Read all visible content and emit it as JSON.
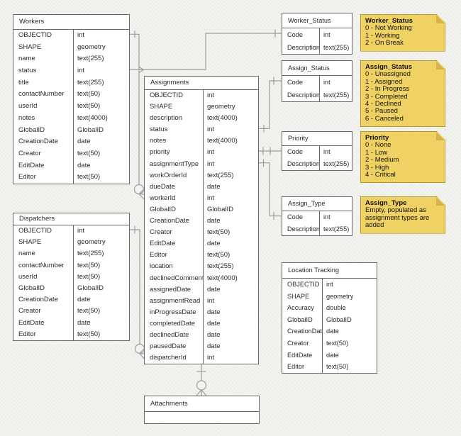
{
  "canvas": {
    "colors": {
      "page_bg": "#f4f4f1",
      "line": "#9d9d9d",
      "entity_border": "#686868",
      "entity_bg": "#ffffff",
      "text": "#2b2b2b",
      "note_fill": "#f0d264",
      "note_border": "#b59b38",
      "note_fold": "#d8b14a",
      "note_text": "#111111"
    }
  },
  "tables": {
    "workers": {
      "title": "Workers",
      "fields": [
        {
          "name": "OBJECTID",
          "type": "int"
        },
        {
          "name": "SHAPE",
          "type": "geometry"
        },
        {
          "name": "name",
          "type": "text(255)"
        },
        {
          "name": "status",
          "type": "int"
        },
        {
          "name": "title",
          "type": "text(255)"
        },
        {
          "name": "contactNumber",
          "type": "text(50)"
        },
        {
          "name": "userId",
          "type": "text(50)"
        },
        {
          "name": "notes",
          "type": "text(4000)"
        },
        {
          "name": "GlobalID",
          "type": "GlobalID"
        },
        {
          "name": "CreationDate",
          "type": "date"
        },
        {
          "name": "Creator",
          "type": "text(50)"
        },
        {
          "name": "EditDate",
          "type": "date"
        },
        {
          "name": "Editor",
          "type": "text(50)"
        }
      ]
    },
    "dispatchers": {
      "title": "Dispatchers",
      "fields": [
        {
          "name": "OBJECTID",
          "type": "int"
        },
        {
          "name": "SHAPE",
          "type": "geometry"
        },
        {
          "name": "name",
          "type": "text(255)"
        },
        {
          "name": "contactNumber",
          "type": "text(50)"
        },
        {
          "name": "userId",
          "type": "text(50)"
        },
        {
          "name": "GlobalID",
          "type": "GlobalID"
        },
        {
          "name": "CreationDate",
          "type": "date"
        },
        {
          "name": "Creator",
          "type": "text(50)"
        },
        {
          "name": "EditDate",
          "type": "date"
        },
        {
          "name": "Editor",
          "type": "text(50)"
        }
      ]
    },
    "assignments": {
      "title": "Assignments",
      "fields": [
        {
          "name": "OBJECTID",
          "type": "int"
        },
        {
          "name": "SHAPE",
          "type": "geometry"
        },
        {
          "name": "description",
          "type": "text(4000)"
        },
        {
          "name": "status",
          "type": "int"
        },
        {
          "name": "notes",
          "type": "text(4000)"
        },
        {
          "name": "priority",
          "type": "int"
        },
        {
          "name": "assignmentType",
          "type": "int"
        },
        {
          "name": "workOrderId",
          "type": "text(255)"
        },
        {
          "name": "dueDate",
          "type": "date"
        },
        {
          "name": "workerId",
          "type": "int"
        },
        {
          "name": "GlobalID",
          "type": "GlobalID"
        },
        {
          "name": "CreationDate",
          "type": "date"
        },
        {
          "name": "Creator",
          "type": "text(50)"
        },
        {
          "name": "EditDate",
          "type": "date"
        },
        {
          "name": "Editor",
          "type": "text(50)"
        },
        {
          "name": "location",
          "type": "text(255)"
        },
        {
          "name": "declinedComment",
          "type": "text(4000)"
        },
        {
          "name": "assignedDate",
          "type": "date"
        },
        {
          "name": "assignmentRead",
          "type": "int"
        },
        {
          "name": "inProgressDate",
          "type": "date"
        },
        {
          "name": "completedDate",
          "type": "date"
        },
        {
          "name": "declinedDate",
          "type": "date"
        },
        {
          "name": "pausedDate",
          "type": "date"
        },
        {
          "name": "dispatcherId",
          "type": "int"
        }
      ]
    },
    "worker_status": {
      "title": "Worker_Status",
      "fields": [
        {
          "name": "Code",
          "type": "int"
        },
        {
          "name": "Description",
          "type": "text(255)"
        }
      ]
    },
    "assign_status": {
      "title": "Assign_Status",
      "fields": [
        {
          "name": "Code",
          "type": "int"
        },
        {
          "name": "Description",
          "type": "text(255)"
        }
      ]
    },
    "priority": {
      "title": "Priority",
      "fields": [
        {
          "name": "Code",
          "type": "int"
        },
        {
          "name": "Description",
          "type": "text(255)"
        }
      ]
    },
    "assign_type": {
      "title": "Assign_Type",
      "fields": [
        {
          "name": "Code",
          "type": "int"
        },
        {
          "name": "Description",
          "type": "text(255)"
        }
      ]
    },
    "location_tracking": {
      "title": "Location Tracking",
      "fields": [
        {
          "name": "OBJECTID",
          "type": "int"
        },
        {
          "name": "SHAPE",
          "type": "geometry"
        },
        {
          "name": "Accuracy",
          "type": "double"
        },
        {
          "name": "GlobalID",
          "type": "GlobalID"
        },
        {
          "name": "CreationDate",
          "type": "date"
        },
        {
          "name": "Creator",
          "type": "text(50)"
        },
        {
          "name": "EditDate",
          "type": "date"
        },
        {
          "name": "Editor",
          "type": "text(50)"
        }
      ]
    },
    "attachments": {
      "title": "Attachments",
      "fields": []
    }
  },
  "notes": {
    "worker_status": {
      "title": "Worker_Status",
      "lines": [
        "0 - Not Working",
        "1 - Working",
        "2 - On Break"
      ]
    },
    "assign_status": {
      "title": "Assign_Status",
      "lines": [
        "0 - Unassigned",
        "1 - Assigned",
        "2 - In Progress",
        "3 - Completed",
        "4 - Declined",
        "5 - Paused",
        "6 - Canceled"
      ]
    },
    "priority": {
      "title": "Priority",
      "lines": [
        "0 - None",
        "1 - Low",
        "2 - Medium",
        "3 - High",
        "4 - Critical"
      ]
    },
    "assign_type": {
      "title": "Assign_Type",
      "lines": [
        "Empty, populated as",
        "assignment types are added"
      ]
    }
  }
}
